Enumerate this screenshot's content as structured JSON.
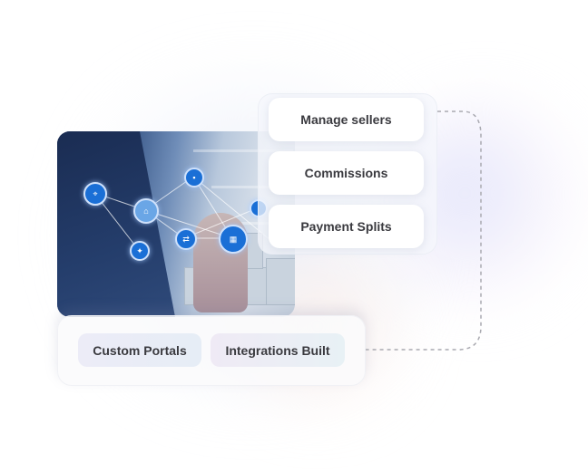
{
  "feature_stack": {
    "items": [
      {
        "label": "Manage sellers"
      },
      {
        "label": "Commissions"
      },
      {
        "label": "Payment Splits"
      }
    ]
  },
  "bottom_bar": {
    "chips": [
      {
        "label": "Custom Portals"
      },
      {
        "label": "Integrations Built"
      }
    ]
  },
  "hero_image": {
    "description": "Businessman touching network of logistics icons in a warehouse",
    "icons": [
      "location-pin-icon",
      "warehouse-icon",
      "forklift-icon",
      "transfer-arrows-icon",
      "pallet-boxes-icon",
      "handshake-icon"
    ]
  },
  "colors": {
    "pill_text": "#3a3a3f",
    "node_blue": "#1a6fd6",
    "dashed_line": "#a9a9b0"
  }
}
